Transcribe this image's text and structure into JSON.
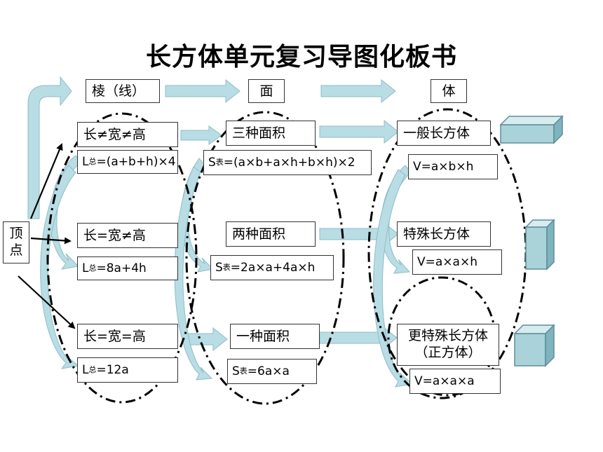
{
  "title": "长方体单元复习导图化板书",
  "headers": {
    "edge": "棱（线）",
    "face": "面",
    "solid": "体"
  },
  "vertex": {
    "line1": "顶",
    "line2": "点"
  },
  "rows": [
    {
      "condition": "长≠宽≠高",
      "edge_formula": {
        "prefix": "L",
        "sub": "总",
        "rest": "=(a+b+h)×4"
      },
      "face_type": "三种面积",
      "area_formula": {
        "prefix": "S",
        "sub": "表",
        "rest": "=(a×b+a×h+b×h)×2"
      },
      "solid_type": "一般长方体",
      "volume_formula": "V=a×b×h"
    },
    {
      "condition": "长=宽≠高",
      "edge_formula": {
        "prefix": "L",
        "sub": "总",
        "rest": "=8a+4h"
      },
      "face_type": "两种面积",
      "area_formula": {
        "prefix": "S",
        "sub": "表",
        "rest": "=2a×a+4a×h"
      },
      "solid_type": "特殊长方体",
      "volume_formula": "V=a×a×h"
    },
    {
      "condition": "长=宽=高",
      "edge_formula": {
        "prefix": "L",
        "sub": "总",
        "rest": "=12a"
      },
      "face_type": "一种面积",
      "area_formula": {
        "prefix": "S",
        "sub": "表",
        "rest": "=6a×a"
      },
      "solid_type_line1": "更特殊长方体",
      "solid_type_line2": "（正方体）",
      "volume_formula": "V=a×a×a"
    }
  ],
  "colors": {
    "arrow_fill": "#b8dde4",
    "arrow_stroke": "#8fbcc6",
    "shape_face": "#a9d2d9",
    "shape_top": "#d6ecef",
    "shape_side": "#7fb3bd",
    "shape_edge": "#5e8e98"
  }
}
